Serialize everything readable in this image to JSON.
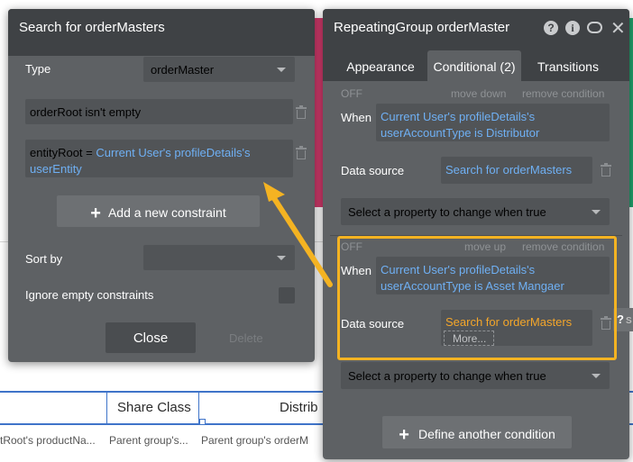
{
  "background": {
    "table_headers": [
      "Share Class",
      "Distrib"
    ],
    "row_cells": [
      "tRoot's productNa...",
      "Parent group's...",
      "Parent group's orderM"
    ]
  },
  "left_panel": {
    "title": "Search for orderMasters",
    "type_label": "Type",
    "type_value": "orderMaster",
    "constraint1": "orderRoot isn't empty",
    "constraint2_prefix": "entityRoot =",
    "constraint2_link": "Current User's profileDetails's userEntity",
    "add_constraint": "Add a new constraint",
    "sort_by_label": "Sort by",
    "ignore_label": "Ignore empty constraints",
    "close": "Close",
    "delete": "Delete"
  },
  "right_panel": {
    "title": "RepeatingGroup orderMaster",
    "header_icons": [
      "help-icon",
      "info-icon",
      "comment-icon",
      "close-icon"
    ],
    "tabs": [
      "Appearance",
      "Conditional (2)",
      "Transitions"
    ],
    "cond1": {
      "off": "OFF",
      "move": "move down",
      "remove": "remove condition",
      "when_label": "When",
      "when_text": "Current User's profileDetails's userAccountType is Distributor",
      "ds_label": "Data source",
      "ds_value": "Search for orderMasters",
      "select_prop": "Select a property to change when true"
    },
    "cond2": {
      "off": "OFF",
      "move": "move up",
      "remove": "remove condition",
      "when_label": "When",
      "when_text": "Current User's profileDetails's userAccountType is Asset Mangaer",
      "ds_label": "Data source",
      "ds_value": "Search for orderMasters",
      "more": "More...",
      "select_prop": "Select a property to change when true"
    },
    "define_condition": "Define another condition"
  },
  "annotation": {
    "arrow_color": "#f4b322",
    "highlight_color": "#f4b322"
  },
  "side_badge": "?",
  "side_badge_text": "S"
}
